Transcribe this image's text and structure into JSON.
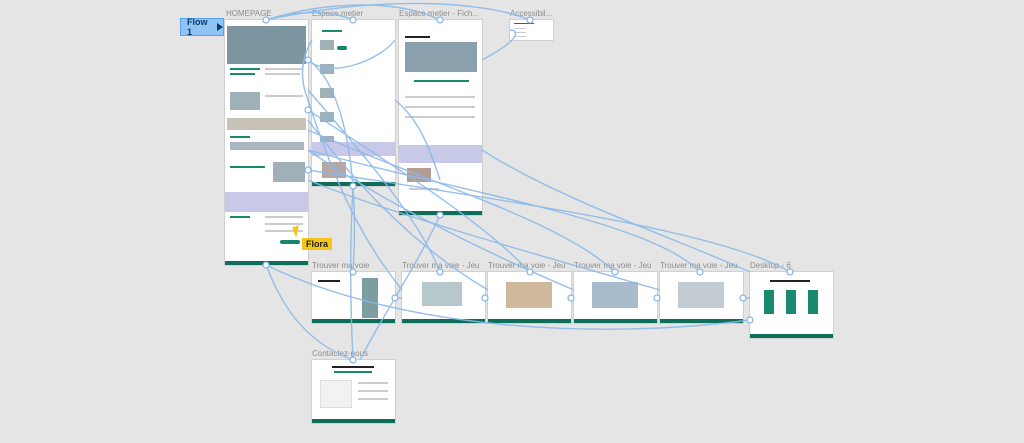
{
  "flow_label": "Flow 1",
  "cursor_user": "Flora",
  "frames": [
    {
      "id": "homepage",
      "label": "HOMEPAGE"
    },
    {
      "id": "espace-metier",
      "label": "Espace metier"
    },
    {
      "id": "espace-metier-fiche",
      "label": "Espace metier - Fich..."
    },
    {
      "id": "accessibilite",
      "label": "Accessibil..."
    },
    {
      "id": "trouver-ma-voie",
      "label": "Trouver ma voie"
    },
    {
      "id": "trouver-ma-voie-jeu-1",
      "label": "Trouver ma voie - Jeu"
    },
    {
      "id": "trouver-ma-voie-jeu-2",
      "label": "Trouver ma voie - Jeu"
    },
    {
      "id": "trouver-ma-voie-jeu-3",
      "label": "Trouver ma voie - Jeu"
    },
    {
      "id": "trouver-ma-voie-jeu-4",
      "label": "Trouver ma voie - Jeu"
    },
    {
      "id": "desktop-6",
      "label": "Desktop - 6"
    },
    {
      "id": "contactez-nous",
      "label": "Contactez-nous"
    }
  ],
  "colors": {
    "canvas": "#e5e5e5",
    "brand": "#0f6e5a",
    "link": "#8ab9ea"
  }
}
